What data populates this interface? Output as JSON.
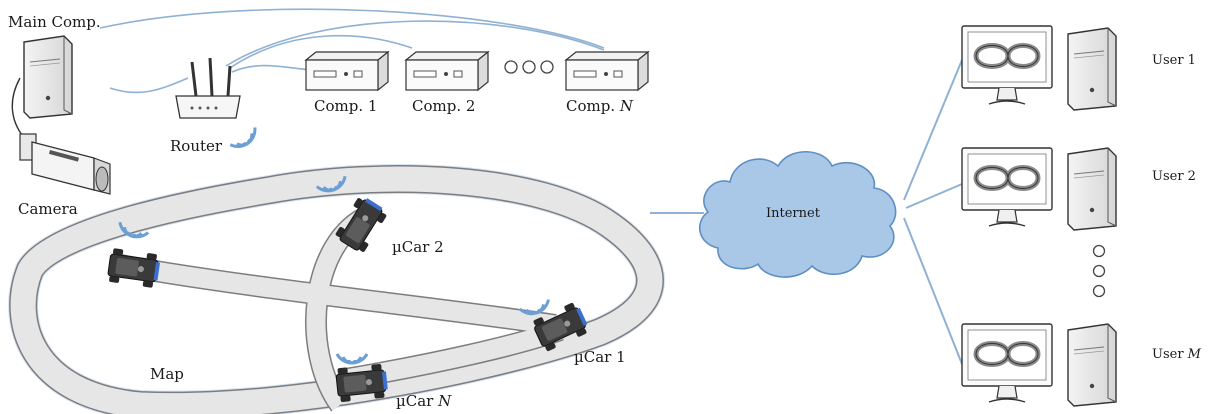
{
  "labels": {
    "main_comp": "Main Comp.",
    "router": "Router",
    "camera": "Camera",
    "comp1": "Comp. 1",
    "comp2": "Comp. 2",
    "compN_prefix": "Comp. ",
    "compN_var": "N",
    "map": "Map",
    "internet": "Internet",
    "car2": "µCar 2",
    "car1": "µCar 1",
    "carN_prefix": "µCar ",
    "carN_var": "N",
    "user1": "User 1",
    "user2": "User 2",
    "userM_prefix": "User ",
    "userM_var": "M"
  },
  "colors": {
    "link": "#8fb1d4",
    "wifi": "#6c9fd6",
    "cloud_fill": "#a9c8e8",
    "cloud_stroke": "#5e8fc2",
    "track_fill": "#e6e6e6",
    "track_edge": "#7d7d7d",
    "device_stroke": "#333333"
  }
}
